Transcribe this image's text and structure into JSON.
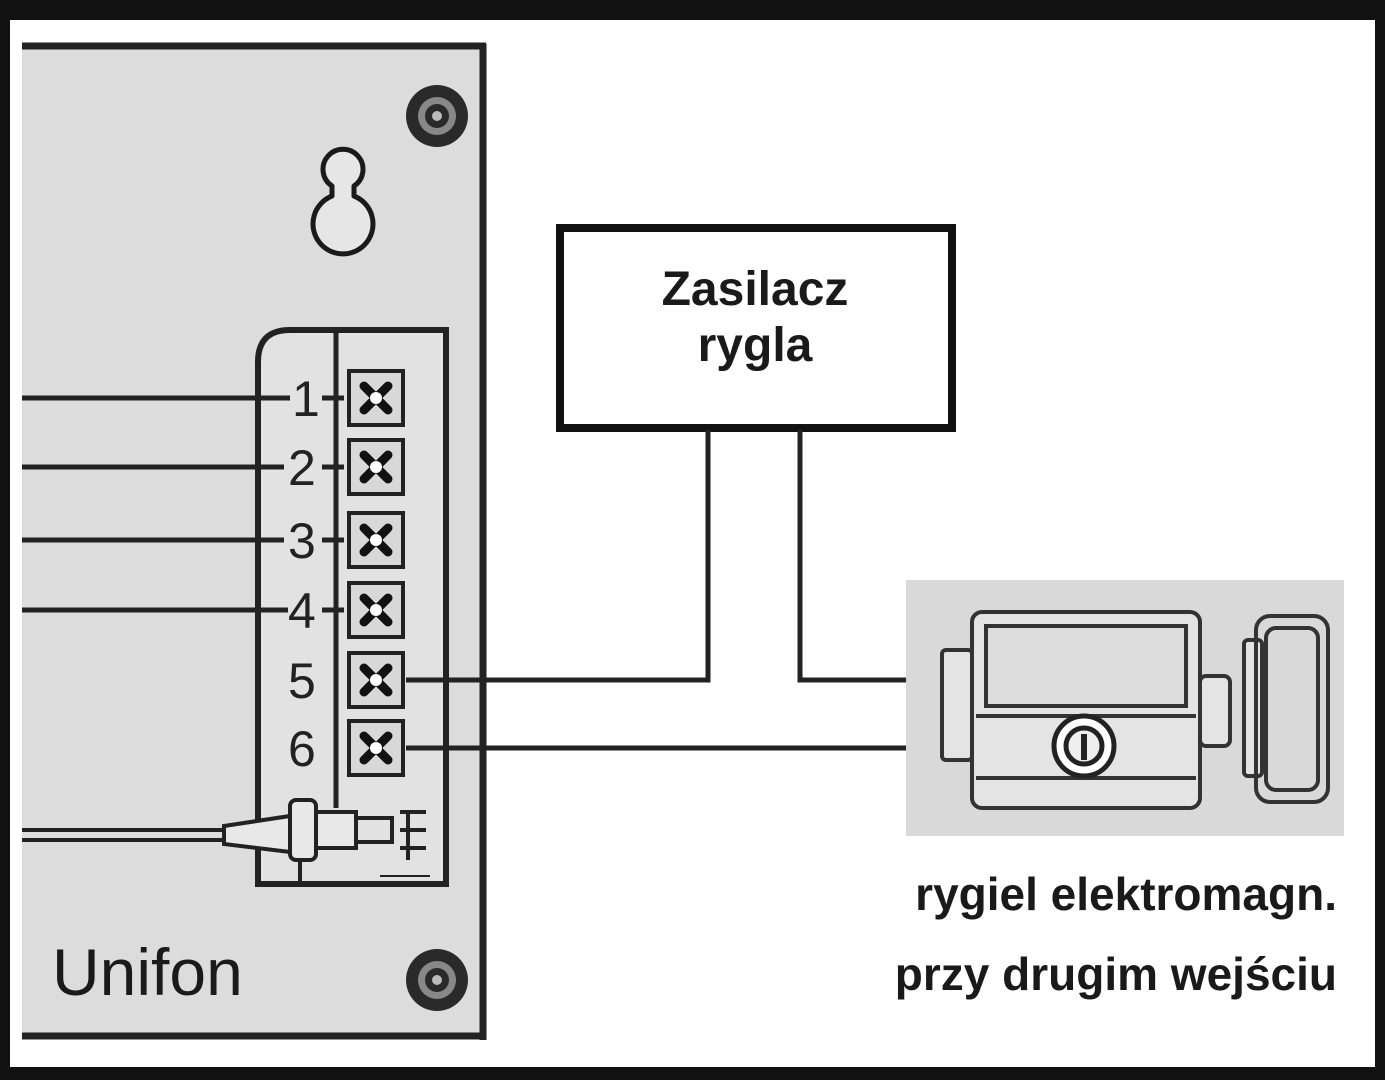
{
  "colors": {
    "frame": "#111111",
    "panel": "#dcdcdc",
    "line": "#222222",
    "lock_bg": "#d9d9d9"
  },
  "unifon": {
    "label": "Unifon",
    "terminals": [
      "1",
      "2",
      "3",
      "4",
      "5",
      "6"
    ]
  },
  "power_supply": {
    "title_line1": "Zasilacz",
    "title_line2": "rygla"
  },
  "lock": {
    "caption_line1": "rygiel elektromagn.",
    "caption_line2": "przy drugim wejściu"
  },
  "icons": [
    "keyhole-icon",
    "screw-icon",
    "terminal-screw-icon",
    "electromagnetic-lock-icon",
    "cable-connector-icon"
  ]
}
